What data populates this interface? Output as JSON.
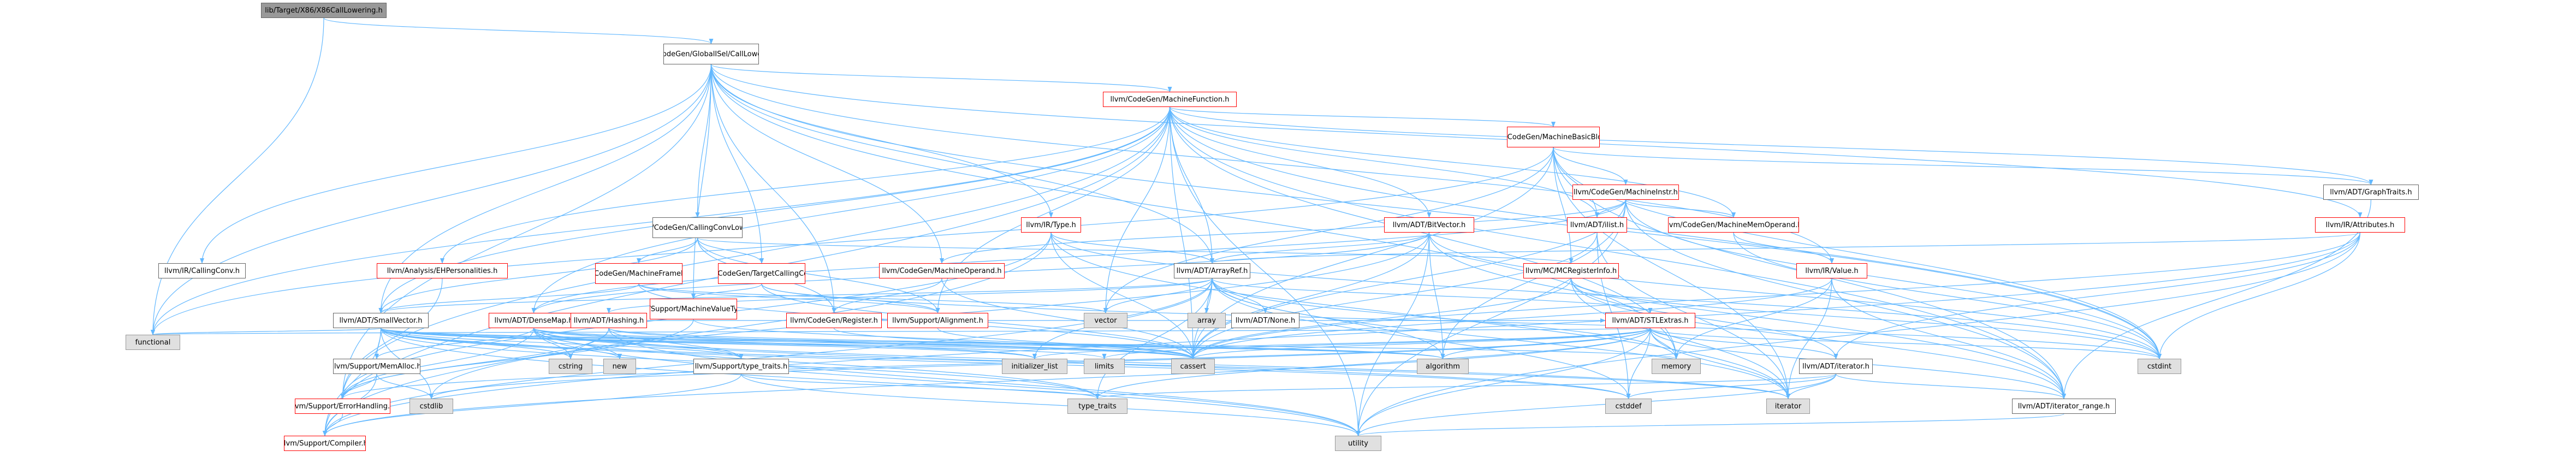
{
  "colors": {
    "edge": "#63b8ff",
    "arrow": "#63b8ff",
    "doc_border": "#ff0000",
    "plain_border": "#666666",
    "root_fill": "#999999",
    "sys_fill": "#e0e0e0"
  },
  "nodes": [
    {
      "id": "root",
      "label": "lib/Target/X86/X86CallLowering.h",
      "kind": "root"
    },
    {
      "id": "gisel",
      "label": "llvm/CodeGen/GlobalISel/CallLowering.h",
      "kind": "plain"
    },
    {
      "id": "mf",
      "label": "llvm/CodeGen/MachineFunction.h",
      "kind": "doc"
    },
    {
      "id": "mbb",
      "label": "llvm/CodeGen/MachineBasicBlock.h",
      "kind": "doc"
    },
    {
      "id": "mi",
      "label": "llvm/CodeGen/MachineInstr.h",
      "kind": "doc"
    },
    {
      "id": "graphtraits",
      "label": "llvm/ADT/GraphTraits.h",
      "kind": "plain"
    },
    {
      "id": "ccl",
      "label": "llvm/CodeGen/CallingConvLower.h",
      "kind": "plain"
    },
    {
      "id": "irtype",
      "label": "llvm/IR/Type.h",
      "kind": "doc"
    },
    {
      "id": "bitvector",
      "label": "llvm/ADT/BitVector.h",
      "kind": "doc"
    },
    {
      "id": "ilist",
      "label": "llvm/ADT/ilist.h",
      "kind": "doc"
    },
    {
      "id": "mmo",
      "label": "llvm/CodeGen/MachineMemOperand.h",
      "kind": "doc"
    },
    {
      "id": "attributes",
      "label": "llvm/IR/Attributes.h",
      "kind": "doc"
    },
    {
      "id": "irccconv",
      "label": "llvm/IR/CallingConv.h",
      "kind": "plain"
    },
    {
      "id": "ehpers",
      "label": "llvm/Analysis/EHPersonalities.h",
      "kind": "doc"
    },
    {
      "id": "mfi",
      "label": "llvm/CodeGen/MachineFrameInfo.h",
      "kind": "doc"
    },
    {
      "id": "tcc",
      "label": "llvm/CodeGen/TargetCallingConv.h",
      "kind": "doc"
    },
    {
      "id": "mo",
      "label": "llvm/CodeGen/MachineOperand.h",
      "kind": "doc"
    },
    {
      "id": "mcreg",
      "label": "llvm/MC/MCRegisterInfo.h",
      "kind": "doc"
    },
    {
      "id": "irvalue",
      "label": "llvm/IR/Value.h",
      "kind": "doc"
    },
    {
      "id": "arrayref",
      "label": "llvm/ADT/ArrayRef.h",
      "kind": "plain"
    },
    {
      "id": "mvt",
      "label": "llvm/Support/MachineValueType.h",
      "kind": "doc"
    },
    {
      "id": "smallvec",
      "label": "llvm/ADT/SmallVector.h",
      "kind": "plain"
    },
    {
      "id": "densemap",
      "label": "llvm/ADT/DenseMap.h",
      "kind": "doc"
    },
    {
      "id": "hashing",
      "label": "llvm/ADT/Hashing.h",
      "kind": "doc"
    },
    {
      "id": "register",
      "label": "llvm/CodeGen/Register.h",
      "kind": "doc"
    },
    {
      "id": "alignment",
      "label": "llvm/Support/Alignment.h",
      "kind": "doc"
    },
    {
      "id": "none",
      "label": "llvm/ADT/None.h",
      "kind": "plain"
    },
    {
      "id": "stlextras",
      "label": "llvm/ADT/STLExtras.h",
      "kind": "doc"
    },
    {
      "id": "iterator",
      "label": "llvm/ADT/iterator.h",
      "kind": "plain"
    },
    {
      "id": "iterrange",
      "label": "llvm/ADT/iterator_range.h",
      "kind": "plain"
    },
    {
      "id": "memalloc",
      "label": "llvm/Support/MemAlloc.h",
      "kind": "plain"
    },
    {
      "id": "typetraits",
      "label": "llvm/Support/type_traits.h",
      "kind": "plain"
    },
    {
      "id": "errhandling",
      "label": "llvm/Support/ErrorHandling.h",
      "kind": "doc"
    },
    {
      "id": "compiler",
      "label": "llvm/Support/Compiler.h",
      "kind": "doc"
    },
    {
      "id": "s_functional",
      "label": "functional",
      "kind": "sys"
    },
    {
      "id": "s_cstring",
      "label": "cstring",
      "kind": "sys"
    },
    {
      "id": "s_new",
      "label": "new",
      "kind": "sys"
    },
    {
      "id": "s_cstdlib",
      "label": "cstdlib",
      "kind": "sys"
    },
    {
      "id": "s_vector",
      "label": "vector",
      "kind": "sys"
    },
    {
      "id": "s_array",
      "label": "array",
      "kind": "sys"
    },
    {
      "id": "s_initlist",
      "label": "initializer_list",
      "kind": "sys"
    },
    {
      "id": "s_limits",
      "label": "limits",
      "kind": "sys"
    },
    {
      "id": "s_cassert",
      "label": "cassert",
      "kind": "sys"
    },
    {
      "id": "s_algorithm",
      "label": "algorithm",
      "kind": "sys"
    },
    {
      "id": "s_memory",
      "label": "memory",
      "kind": "sys"
    },
    {
      "id": "s_cstdint",
      "label": "cstdint",
      "kind": "sys"
    },
    {
      "id": "s_cstddef",
      "label": "cstddef",
      "kind": "sys"
    },
    {
      "id": "s_iterator",
      "label": "iterator",
      "kind": "sys"
    },
    {
      "id": "s_typetraits",
      "label": "type_traits",
      "kind": "sys"
    },
    {
      "id": "s_utility",
      "label": "utility",
      "kind": "sys"
    }
  ],
  "edges": [
    [
      "root",
      "gisel"
    ],
    [
      "root",
      "s_functional"
    ],
    [
      "gisel",
      "mf"
    ],
    [
      "gisel",
      "ccl"
    ],
    [
      "gisel",
      "irtype"
    ],
    [
      "gisel",
      "mo"
    ],
    [
      "gisel",
      "arrayref"
    ],
    [
      "gisel",
      "tcc"
    ],
    [
      "gisel",
      "irccconv"
    ],
    [
      "gisel",
      "smallvec"
    ],
    [
      "gisel",
      "mvt"
    ],
    [
      "gisel",
      "attributes"
    ],
    [
      "gisel",
      "irvalue"
    ],
    [
      "gisel",
      "errhandling"
    ],
    [
      "gisel",
      "s_cstdint"
    ],
    [
      "gisel",
      "s_functional"
    ],
    [
      "gisel",
      "register"
    ],
    [
      "gisel",
      "s_memory"
    ],
    [
      "mf",
      "mbb"
    ],
    [
      "mf",
      "graphtraits"
    ],
    [
      "mf",
      "bitvector"
    ],
    [
      "mf",
      "ilist"
    ],
    [
      "mf",
      "mmo"
    ],
    [
      "mf",
      "ehpers"
    ],
    [
      "mf",
      "densemap"
    ],
    [
      "mf",
      "arrayref"
    ],
    [
      "mf",
      "smallvec"
    ],
    [
      "mf",
      "alignment"
    ],
    [
      "mf",
      "compiler"
    ],
    [
      "mf",
      "s_cassert"
    ],
    [
      "mf",
      "s_cstdint"
    ],
    [
      "mf",
      "s_vector"
    ],
    [
      "mf",
      "s_memory"
    ],
    [
      "mf",
      "s_utility"
    ],
    [
      "mf",
      "iterrange"
    ],
    [
      "mf",
      "errhandling"
    ],
    [
      "mf",
      "s_functional"
    ],
    [
      "mbb",
      "mi"
    ],
    [
      "mbb",
      "graphtraits"
    ],
    [
      "mbb",
      "ilist"
    ],
    [
      "mbb",
      "iterrange"
    ],
    [
      "mbb",
      "mcreg"
    ],
    [
      "mbb",
      "s_cassert"
    ],
    [
      "mbb",
      "s_cstdint"
    ],
    [
      "mbb",
      "s_functional"
    ],
    [
      "mbb",
      "s_iterator"
    ],
    [
      "mbb",
      "s_string_fallback"
    ],
    [
      "mbb",
      "s_vector"
    ],
    [
      "mi",
      "mmo"
    ],
    [
      "mi",
      "mo"
    ],
    [
      "mi",
      "ilist"
    ],
    [
      "mi",
      "iterrange"
    ],
    [
      "mi",
      "s_algorithm"
    ],
    [
      "mi",
      "s_cassert"
    ],
    [
      "mi",
      "s_cstdint"
    ],
    [
      "mi",
      "s_utility"
    ],
    [
      "mi",
      "densemap"
    ],
    [
      "graphtraits",
      "iterrange"
    ],
    [
      "ccl",
      "mfi"
    ],
    [
      "ccl",
      "tcc"
    ],
    [
      "ccl",
      "smallvec"
    ],
    [
      "ccl",
      "register"
    ],
    [
      "ccl",
      "mcreg"
    ],
    [
      "ccl",
      "alignment"
    ],
    [
      "irtype",
      "arrayref"
    ],
    [
      "irtype",
      "s_cassert"
    ],
    [
      "irtype",
      "s_cstdint"
    ],
    [
      "irtype",
      "s_iterator"
    ],
    [
      "irtype",
      "errhandling"
    ],
    [
      "irtype",
      "compiler"
    ],
    [
      "bitvector",
      "arrayref"
    ],
    [
      "bitvector",
      "densemap"
    ],
    [
      "bitvector",
      "iterrange"
    ],
    [
      "bitvector",
      "s_algorithm"
    ],
    [
      "bitvector",
      "s_cassert"
    ],
    [
      "bitvector",
      "s_climits_fallback"
    ],
    [
      "bitvector",
      "s_cstdint"
    ],
    [
      "bitvector",
      "s_cstdlib"
    ],
    [
      "bitvector",
      "s_utility"
    ],
    [
      "ilist",
      "s_cassert"
    ],
    [
      "ilist",
      "s_cstddef"
    ],
    [
      "ilist",
      "s_iterator"
    ],
    [
      "mmo",
      "irvalue"
    ],
    [
      "mmo",
      "s_cstdint"
    ],
    [
      "attributes",
      "arrayref"
    ],
    [
      "attributes",
      "iterator"
    ],
    [
      "attributes",
      "s_cstdint"
    ],
    [
      "attributes",
      "s_utility"
    ],
    [
      "attributes",
      "compiler"
    ],
    [
      "attributes",
      "s_cassert"
    ],
    [
      "ehpers",
      "errhandling"
    ],
    [
      "mfi",
      "smallvec"
    ],
    [
      "mfi",
      "alignment"
    ],
    [
      "mfi",
      "s_vector"
    ],
    [
      "mfi",
      "s_cassert"
    ],
    [
      "tcc",
      "mvt"
    ],
    [
      "tcc",
      "alignment"
    ],
    [
      "tcc",
      "s_cassert"
    ],
    [
      "tcc",
      "s_climits_fallback"
    ],
    [
      "tcc",
      "s_cstdint"
    ],
    [
      "mo",
      "register"
    ],
    [
      "mo",
      "s_cassert"
    ],
    [
      "mcreg",
      "iterator"
    ],
    [
      "mcreg",
      "iterrange"
    ],
    [
      "mcreg",
      "s_cassert"
    ],
    [
      "mcreg",
      "s_cstdint"
    ],
    [
      "mcreg",
      "s_iterator"
    ],
    [
      "irvalue",
      "iterrange"
    ],
    [
      "irvalue",
      "s_cassert"
    ],
    [
      "irvalue",
      "s_iterator"
    ],
    [
      "irvalue",
      "s_memory"
    ],
    [
      "arrayref",
      "hashing"
    ],
    [
      "arrayref",
      "none"
    ],
    [
      "arrayref",
      "smallvec"
    ],
    [
      "arrayref",
      "stlextras"
    ],
    [
      "arrayref",
      "compiler"
    ],
    [
      "arrayref",
      "s_algorithm"
    ],
    [
      "arrayref",
      "s_array"
    ],
    [
      "arrayref",
      "s_cassert"
    ],
    [
      "arrayref",
      "s_cstddef"
    ],
    [
      "arrayref",
      "s_initlist"
    ],
    [
      "arrayref",
      "s_iterator"
    ],
    [
      "arrayref",
      "s_memory"
    ],
    [
      "arrayref",
      "s_typetraits"
    ],
    [
      "arrayref",
      "s_vector"
    ],
    [
      "mvt",
      "errhandling"
    ],
    [
      "mvt",
      "s_cassert"
    ],
    [
      "smallvec",
      "memalloc"
    ],
    [
      "smallvec",
      "typetraits"
    ],
    [
      "smallvec",
      "compiler"
    ],
    [
      "smallvec",
      "s_algorithm"
    ],
    [
      "smallvec",
      "s_cassert"
    ],
    [
      "smallvec",
      "s_cstddef"
    ],
    [
      "smallvec",
      "s_cstdlib"
    ],
    [
      "smallvec",
      "s_cstring"
    ],
    [
      "smallvec",
      "s_functional"
    ],
    [
      "smallvec",
      "s_initlist"
    ],
    [
      "smallvec",
      "s_iterator"
    ],
    [
      "smallvec",
      "s_limits"
    ],
    [
      "smallvec",
      "s_memory"
    ],
    [
      "smallvec",
      "s_new"
    ],
    [
      "smallvec",
      "s_typetraits"
    ],
    [
      "smallvec",
      "s_utility"
    ],
    [
      "densemap",
      "stlextras"
    ],
    [
      "densemap",
      "memalloc"
    ],
    [
      "densemap",
      "errhandling"
    ],
    [
      "densemap",
      "typetraits"
    ],
    [
      "densemap",
      "s_algorithm"
    ],
    [
      "densemap",
      "s_cassert"
    ],
    [
      "densemap",
      "s_cstddef"
    ],
    [
      "densemap",
      "s_cstring"
    ],
    [
      "densemap",
      "s_initlist"
    ],
    [
      "densemap",
      "s_iterator"
    ],
    [
      "densemap",
      "s_new"
    ],
    [
      "densemap",
      "s_typetraits"
    ],
    [
      "densemap",
      "s_utility"
    ],
    [
      "hashing",
      "typetraits"
    ],
    [
      "hashing",
      "errhandling"
    ],
    [
      "hashing",
      "s_algorithm"
    ],
    [
      "hashing",
      "s_cassert"
    ],
    [
      "hashing",
      "s_cstring"
    ],
    [
      "hashing",
      "s_utility"
    ],
    [
      "register",
      "s_cassert"
    ],
    [
      "alignment",
      "s_cassert"
    ],
    [
      "stlextras",
      "iterator"
    ],
    [
      "stlextras",
      "iterrange"
    ],
    [
      "stlextras",
      "s_algorithm"
    ],
    [
      "stlextras",
      "s_cassert"
    ],
    [
      "stlextras",
      "s_cstddef"
    ],
    [
      "stlextras",
      "s_cstdint"
    ],
    [
      "stlextras",
      "s_cstdlib"
    ],
    [
      "stlextras",
      "s_functional"
    ],
    [
      "stlextras",
      "s_initlist"
    ],
    [
      "stlextras",
      "s_iterator"
    ],
    [
      "stlextras",
      "s_limits"
    ],
    [
      "stlextras",
      "s_memory"
    ],
    [
      "stlextras",
      "s_typetraits"
    ],
    [
      "stlextras",
      "s_utility"
    ],
    [
      "stlextras",
      "errhandling"
    ],
    [
      "stlextras",
      "compiler"
    ],
    [
      "iterator",
      "iterrange"
    ],
    [
      "iterator",
      "s_cstddef"
    ],
    [
      "iterator",
      "s_iterator"
    ],
    [
      "iterator",
      "s_typetraits"
    ],
    [
      "iterator",
      "s_utility"
    ],
    [
      "iterrange",
      "s_utility"
    ],
    [
      "memalloc",
      "errhandling"
    ],
    [
      "memalloc",
      "compiler"
    ],
    [
      "memalloc",
      "s_cstdlib"
    ],
    [
      "typetraits",
      "compiler"
    ],
    [
      "typetraits",
      "s_typetraits"
    ],
    [
      "typetraits",
      "s_utility"
    ],
    [
      "errhandling",
      "compiler"
    ]
  ]
}
